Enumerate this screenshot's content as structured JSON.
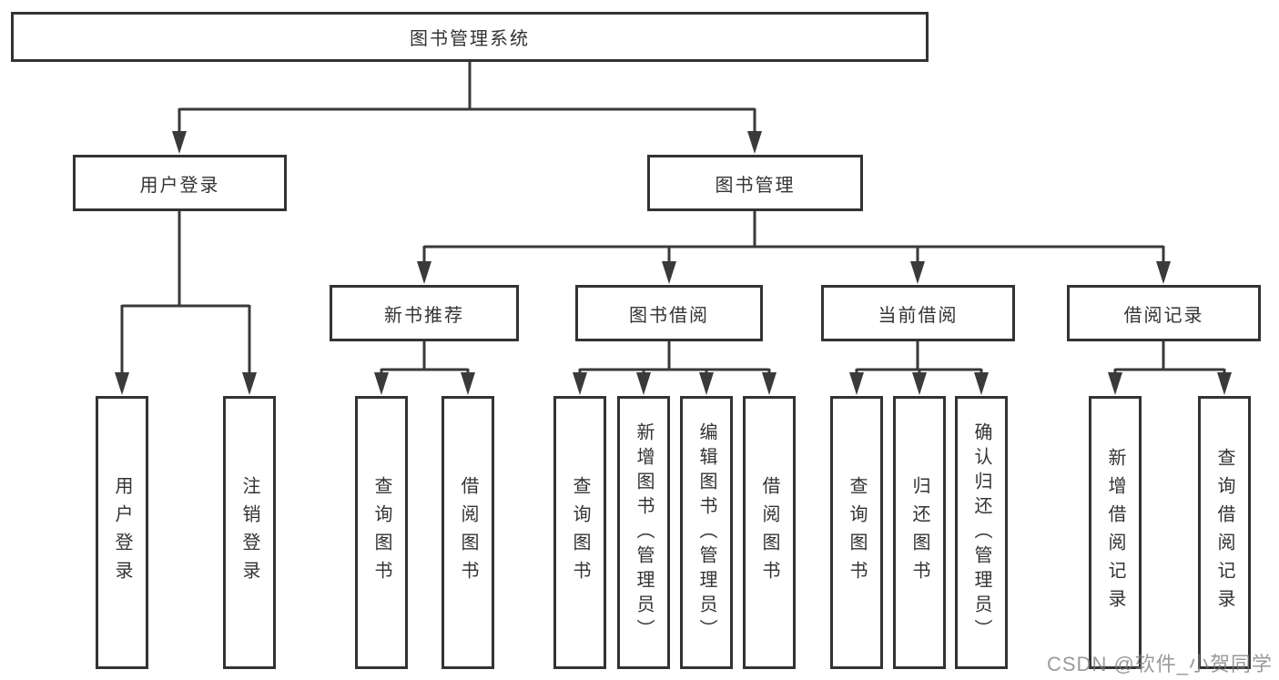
{
  "diagram": {
    "root": {
      "label": "图书管理系统"
    },
    "level2": {
      "user_login": {
        "label": "用户登录"
      },
      "book_mgmt": {
        "label": "图书管理"
      }
    },
    "level3": {
      "new_books": {
        "label": "新书推荐"
      },
      "book_borrow": {
        "label": "图书借阅"
      },
      "current_borrow": {
        "label": "当前借阅"
      },
      "borrow_records": {
        "label": "借阅记录"
      }
    },
    "leaves": {
      "user_login": {
        "label": "用户登录"
      },
      "logout": {
        "label": "注销登录"
      },
      "nb_query_books": {
        "label": "查询图书"
      },
      "nb_borrow_books": {
        "label": "借阅图书"
      },
      "bb_query_books": {
        "label": "查询图书"
      },
      "bb_add_books": {
        "label": "新增图书（管理员）"
      },
      "bb_edit_books": {
        "label": "编辑图书（管理员）"
      },
      "bb_borrow_books": {
        "label": "借阅图书"
      },
      "cb_query_books": {
        "label": "查询图书"
      },
      "cb_return_books": {
        "label": "归还图书"
      },
      "cb_confirm_return": {
        "label": "确认归还（管理员）"
      },
      "br_add_record": {
        "label": "新增借阅记录"
      },
      "br_query_record": {
        "label": "查询借阅记录"
      }
    },
    "watermark": "CSDN @软件_小贺同学",
    "colors": {
      "line": "#3a3a3a",
      "border": "#333333",
      "text": "#333333",
      "watermark": "#787878",
      "background": "#ffffff"
    }
  }
}
